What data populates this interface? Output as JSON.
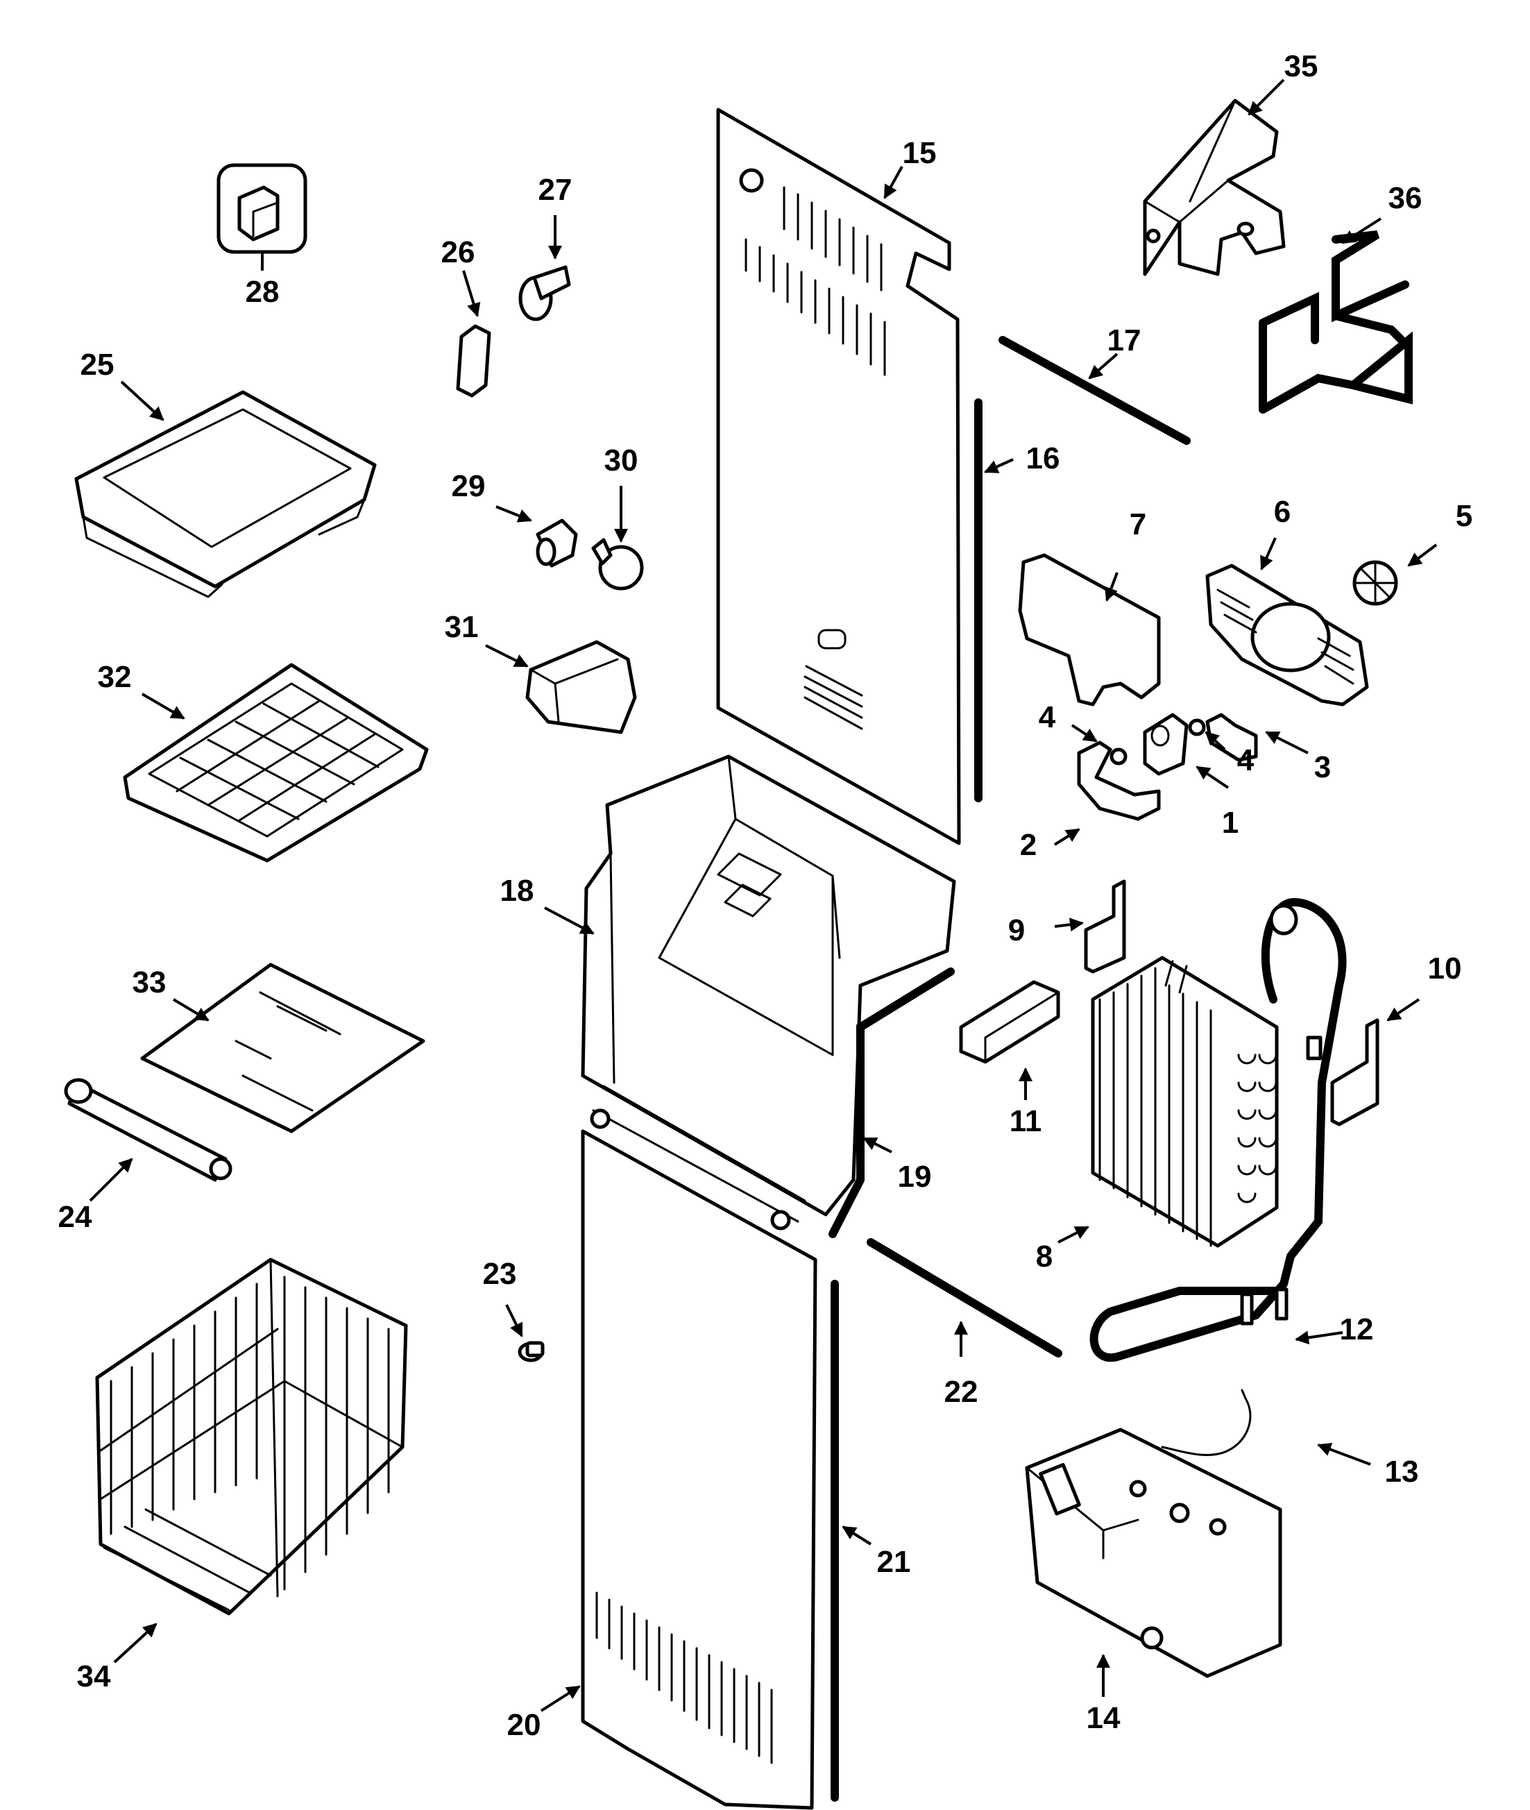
{
  "diagram": {
    "colors": {
      "ink": "#000000",
      "paper": "#ffffff"
    },
    "callouts": [
      {
        "id": "1",
        "label": "1"
      },
      {
        "id": "2",
        "label": "2"
      },
      {
        "id": "3",
        "label": "3"
      },
      {
        "id": "4a",
        "label": "4"
      },
      {
        "id": "4b",
        "label": "4"
      },
      {
        "id": "5",
        "label": "5"
      },
      {
        "id": "6",
        "label": "6"
      },
      {
        "id": "7",
        "label": "7"
      },
      {
        "id": "8",
        "label": "8"
      },
      {
        "id": "9",
        "label": "9"
      },
      {
        "id": "10",
        "label": "10"
      },
      {
        "id": "11",
        "label": "11"
      },
      {
        "id": "12",
        "label": "12"
      },
      {
        "id": "13",
        "label": "13"
      },
      {
        "id": "14",
        "label": "14"
      },
      {
        "id": "15",
        "label": "15"
      },
      {
        "id": "16",
        "label": "16"
      },
      {
        "id": "17",
        "label": "17"
      },
      {
        "id": "18",
        "label": "18"
      },
      {
        "id": "19",
        "label": "19"
      },
      {
        "id": "20",
        "label": "20"
      },
      {
        "id": "21",
        "label": "21"
      },
      {
        "id": "22",
        "label": "22"
      },
      {
        "id": "23",
        "label": "23"
      },
      {
        "id": "24",
        "label": "24"
      },
      {
        "id": "25",
        "label": "25"
      },
      {
        "id": "26",
        "label": "26"
      },
      {
        "id": "27",
        "label": "27"
      },
      {
        "id": "28",
        "label": "28"
      },
      {
        "id": "29",
        "label": "29"
      },
      {
        "id": "30",
        "label": "30"
      },
      {
        "id": "31",
        "label": "31"
      },
      {
        "id": "32",
        "label": "32"
      },
      {
        "id": "33",
        "label": "33"
      },
      {
        "id": "34",
        "label": "34"
      },
      {
        "id": "35",
        "label": "35"
      },
      {
        "id": "36",
        "label": "36"
      }
    ]
  }
}
